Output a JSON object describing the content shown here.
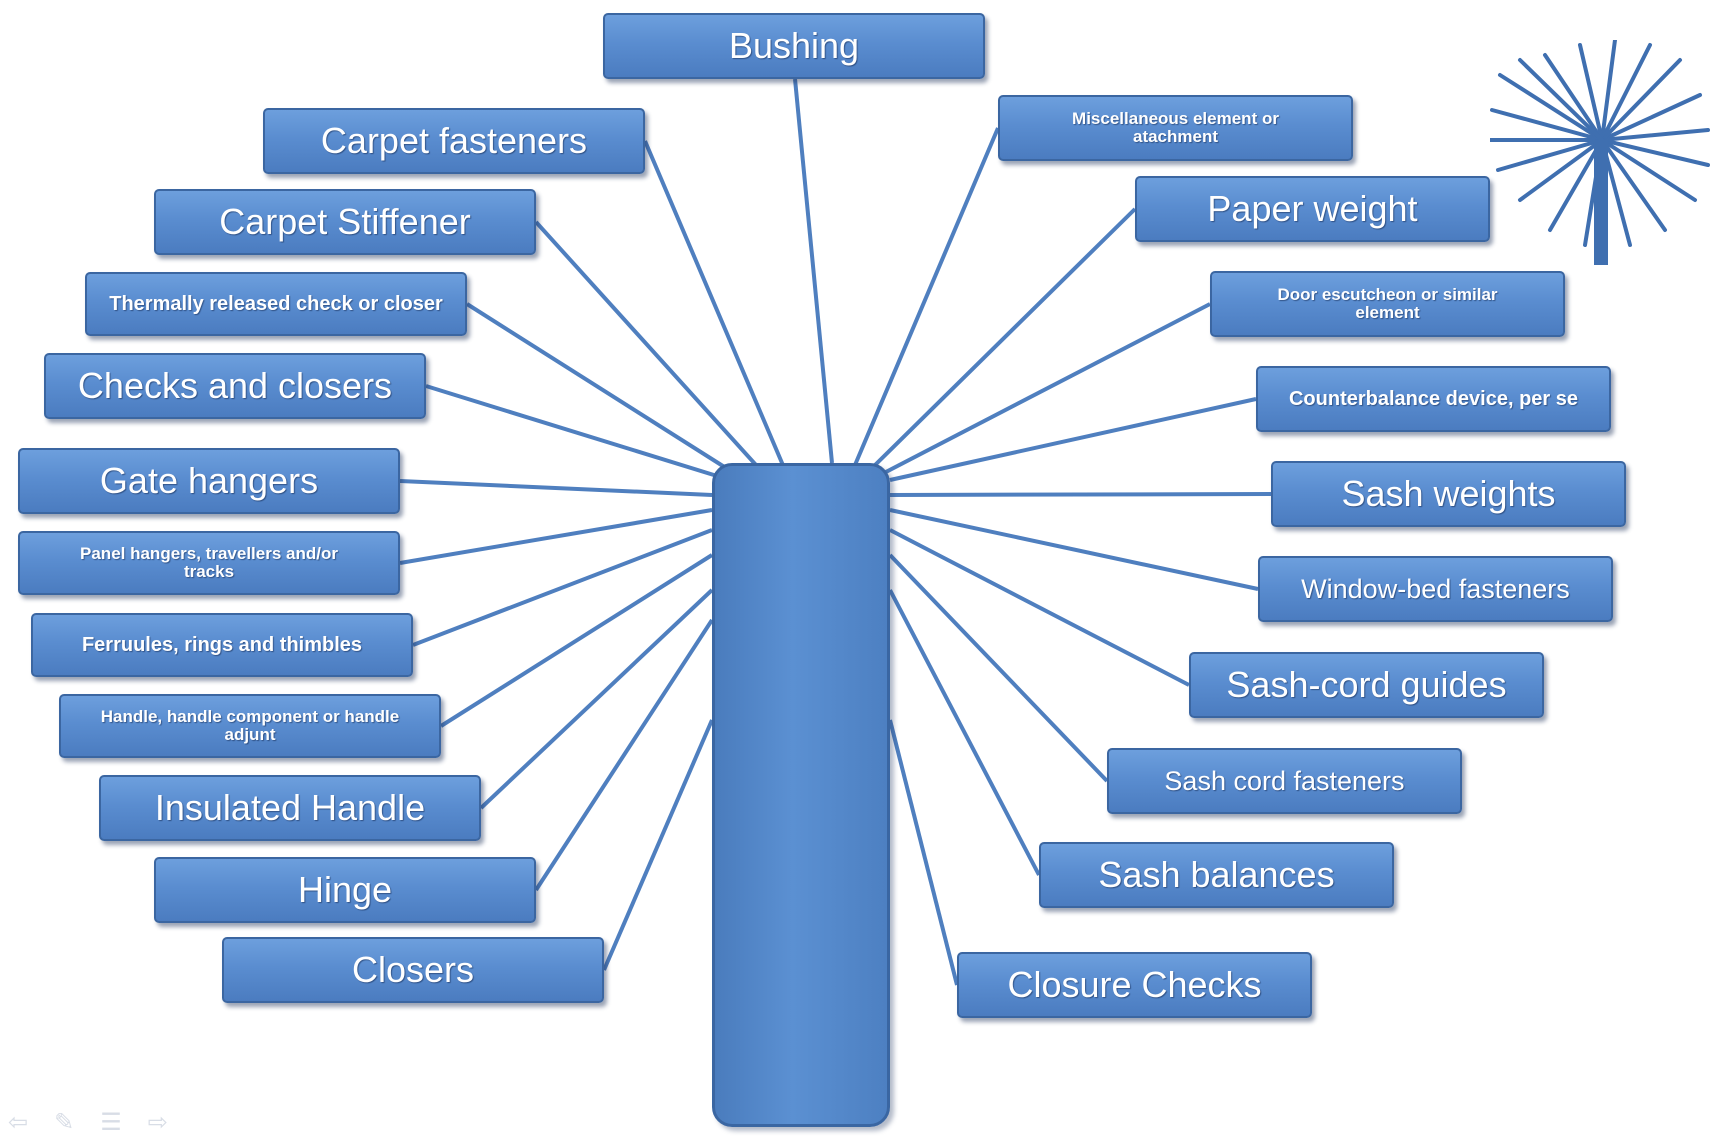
{
  "diagram": {
    "nodes": [
      {
        "id": "bushing",
        "label": "Bushing"
      },
      {
        "id": "carpet-fasteners",
        "label": "Carpet fasteners"
      },
      {
        "id": "carpet-stiffener",
        "label": "Carpet Stiffener"
      },
      {
        "id": "thermally-released",
        "label": "Thermally released check or closer"
      },
      {
        "id": "checks-and-closers",
        "label": "Checks and closers"
      },
      {
        "id": "gate-hangers",
        "label": "Gate hangers"
      },
      {
        "id": "panel-hangers",
        "label": "Panel hangers, travellers and/or tracks"
      },
      {
        "id": "ferrules",
        "label": "Ferruules, rings and thimbles"
      },
      {
        "id": "handle-component",
        "label": "Handle, handle component or handle adjunt"
      },
      {
        "id": "insulated-handle",
        "label": "Insulated Handle"
      },
      {
        "id": "hinge",
        "label": "Hinge"
      },
      {
        "id": "closers",
        "label": "Closers"
      },
      {
        "id": "misc-element",
        "label": "Miscellaneous element or atachment"
      },
      {
        "id": "paper-weight",
        "label": "Paper weight"
      },
      {
        "id": "door-escutcheon",
        "label": "Door escutcheon or similar element"
      },
      {
        "id": "counterbalance",
        "label": "Counterbalance device, per se"
      },
      {
        "id": "sash-weights",
        "label": "Sash weights"
      },
      {
        "id": "window-bed",
        "label": "Window-bed fasteners"
      },
      {
        "id": "sash-cord-guides",
        "label": "Sash-cord guides"
      },
      {
        "id": "sash-cord-fasteners",
        "label": "Sash cord fasteners"
      },
      {
        "id": "sash-balances",
        "label": "Sash balances"
      },
      {
        "id": "closure-checks",
        "label": "Closure Checks"
      }
    ]
  },
  "colors": {
    "node_fill": "#5a8dd0",
    "node_border": "#3b66a1",
    "connector": "#4f7fbf",
    "text": "#ffffff"
  },
  "icons": [
    "starburst-icon",
    "back-arrow-icon",
    "pen-icon",
    "menu-icon",
    "forward-arrow-icon"
  ]
}
